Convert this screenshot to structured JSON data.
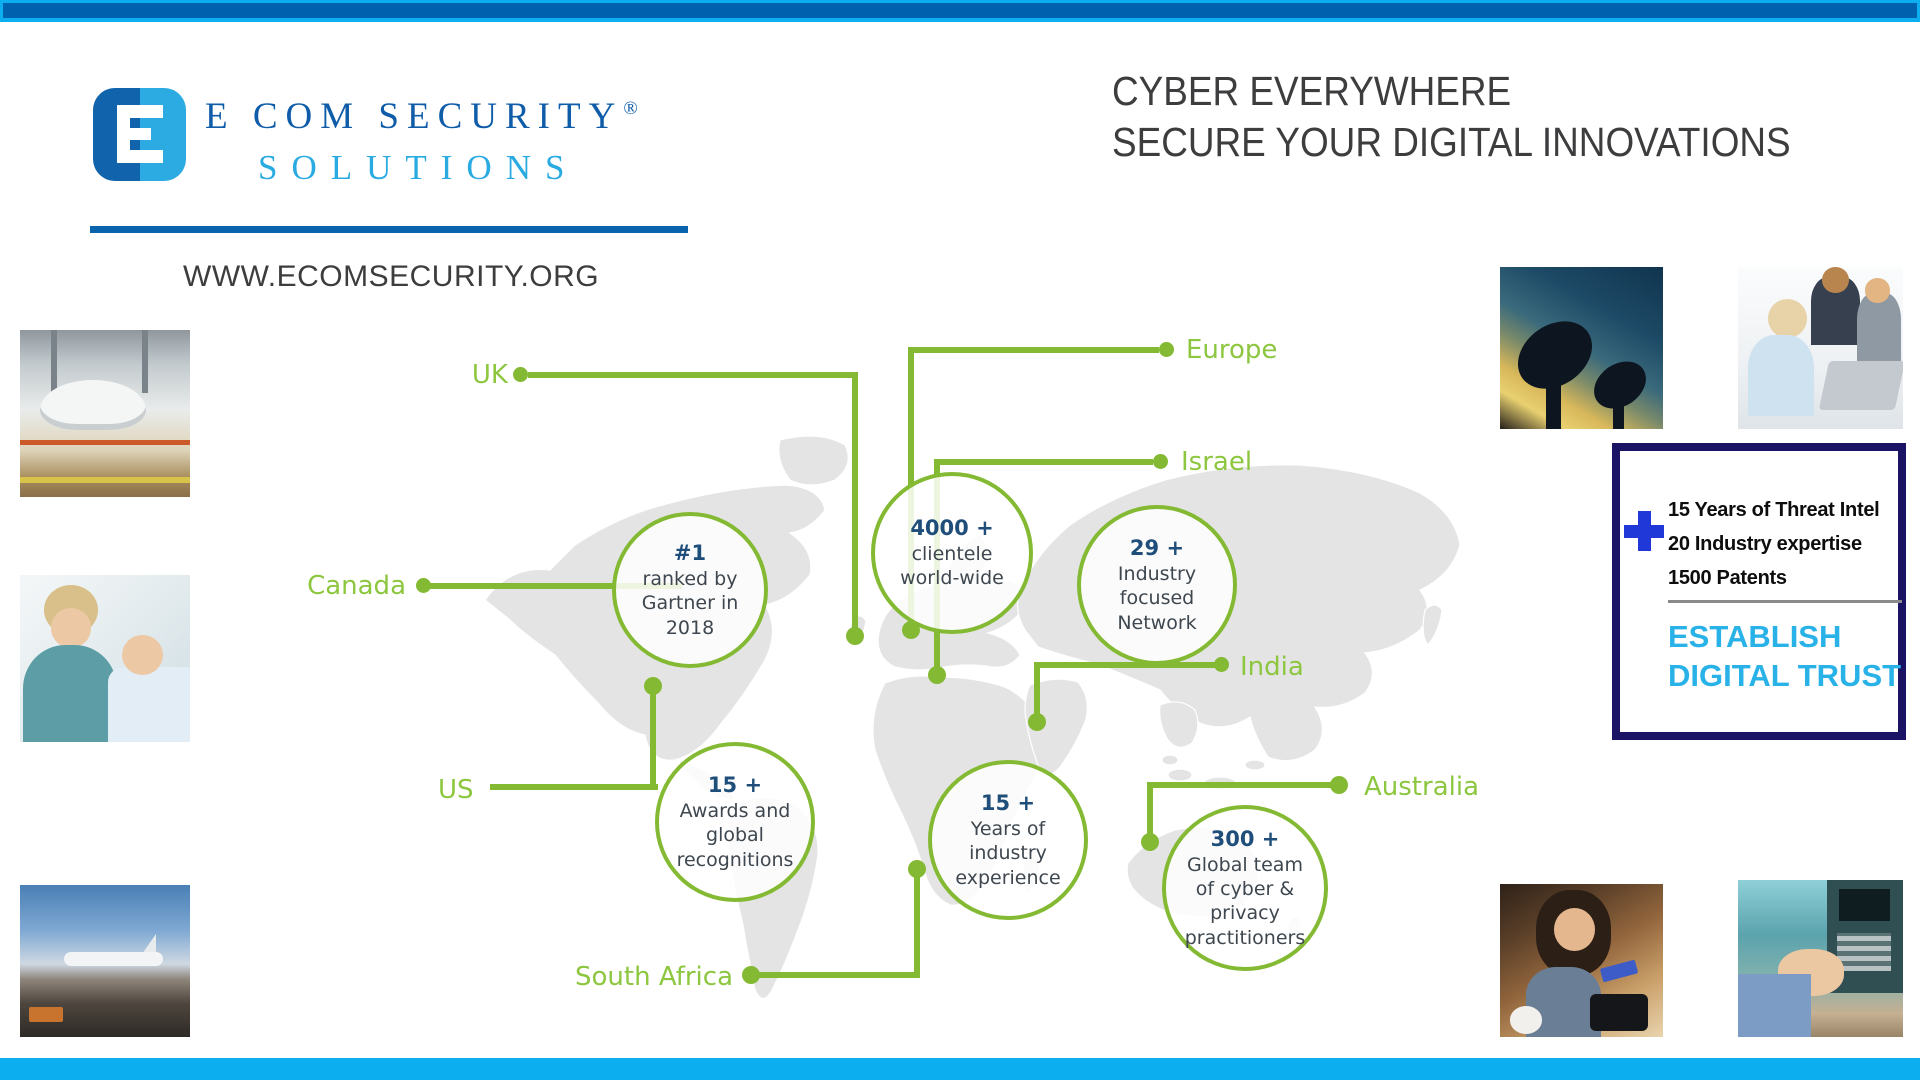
{
  "logo": {
    "mark_letter": "E",
    "line1": "E COM SECURITY",
    "registered": "®",
    "line2": "SOLUTIONS",
    "website": "WWW.ECOMSECURITY.ORG"
  },
  "headline": {
    "line1": "CYBER EVERYWHERE",
    "line2": "SECURE YOUR DIGITAL INNOVATIONS"
  },
  "map": {
    "callouts": [
      {
        "id": "uk",
        "label": "UK"
      },
      {
        "id": "europe",
        "label": "Europe"
      },
      {
        "id": "israel",
        "label": "Israel"
      },
      {
        "id": "canada",
        "label": "Canada"
      },
      {
        "id": "india",
        "label": "India"
      },
      {
        "id": "us",
        "label": "US"
      },
      {
        "id": "australia",
        "label": "Australia"
      },
      {
        "id": "south_africa",
        "label": "South Africa"
      }
    ],
    "stats": [
      {
        "value": "#1",
        "label": "ranked by Gartner in 2018"
      },
      {
        "value": "4000 +",
        "label": "clientele world-wide"
      },
      {
        "value": "29 +",
        "label": "Industry focused Network"
      },
      {
        "value": "15 +",
        "label": "Awards and global recognitions"
      },
      {
        "value": "15 +",
        "label": "Years of industry experience"
      },
      {
        "value": "300 +",
        "label": "Global team of cyber & privacy practitioners"
      }
    ]
  },
  "trust_box": {
    "plus_icon": "plus-icon",
    "lines": [
      "15 Years of Threat Intel",
      "20 Industry expertise",
      "1500 Patents"
    ],
    "cta_line1": "ESTABLISH",
    "cta_line2": "DIGITAL TRUST"
  },
  "photos": {
    "left": [
      "manufacturing-plant",
      "healthcare-nurse-child",
      "airport-cargo"
    ],
    "right": [
      "satellite-dishes",
      "office-support-team",
      "cafe-card-payment",
      "atm-cash-machine"
    ]
  },
  "colors": {
    "accent_green_text": "#8dc63f",
    "accent_green_line": "#84ba33",
    "brand_dark_blue": "#0f5ca8",
    "brand_light_blue": "#29abe2",
    "bar_light_blue": "#0caeef",
    "bar_dark_blue": "#0061ae",
    "underline_blue": "#0a63ad",
    "trust_border_navy": "#1b1464",
    "plus_blue": "#2038d8",
    "stat_number_blue": "#1e4e79",
    "stat_text_gray": "#3e474f",
    "headline_gray": "#3d3d3f",
    "cta_cyan": "#29b2e8"
  }
}
